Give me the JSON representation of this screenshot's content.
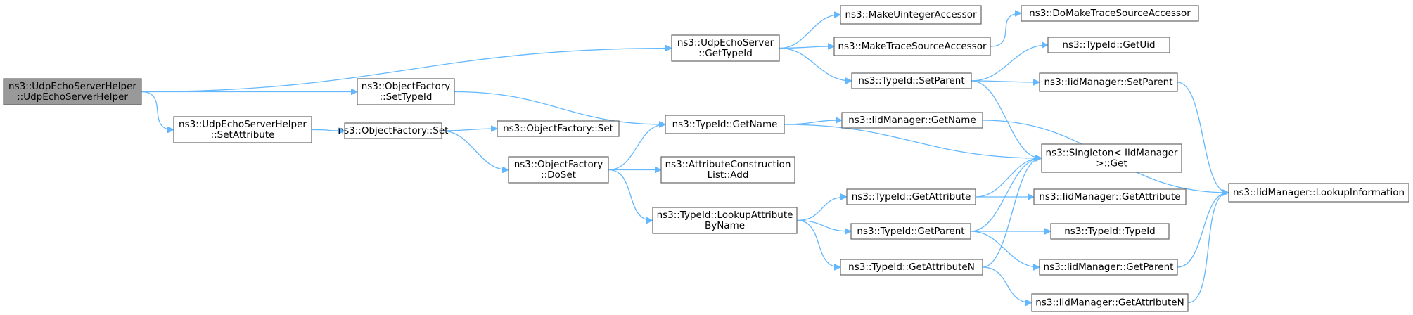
{
  "diagram": {
    "type": "call-graph",
    "colors": {
      "edge": "#63b8ff",
      "node_border": "#666666",
      "root_fill": "#999999",
      "node_fill": "#ffffff"
    },
    "nodes": [
      {
        "id": "root",
        "lines": [
          "ns3::UdpEchoServerHelper",
          "::UdpEchoServerHelper"
        ],
        "root": true
      },
      {
        "id": "ues_gettypeid",
        "lines": [
          "ns3::UdpEchoServer",
          "::GetTypeId"
        ]
      },
      {
        "id": "of_settypeid",
        "lines": [
          "ns3::ObjectFactory",
          "::SetTypeId"
        ]
      },
      {
        "id": "uesh_setattr",
        "lines": [
          "ns3::UdpEchoServerHelper",
          "::SetAttribute"
        ]
      },
      {
        "id": "of_set1",
        "lines": [
          "ns3::ObjectFactory::Set"
        ]
      },
      {
        "id": "of_set2",
        "lines": [
          "ns3::ObjectFactory::Set"
        ]
      },
      {
        "id": "of_doset",
        "lines": [
          "ns3::ObjectFactory",
          "::DoSet"
        ]
      },
      {
        "id": "typeid_getname",
        "lines": [
          "ns3::TypeId::GetName"
        ]
      },
      {
        "id": "acl_add",
        "lines": [
          "ns3::AttributeConstruction",
          "List::Add"
        ]
      },
      {
        "id": "typeid_lookupattr",
        "lines": [
          "ns3::TypeId::LookupAttribute",
          "ByName"
        ]
      },
      {
        "id": "make_uint_acc",
        "lines": [
          "ns3::MakeUintegerAccessor"
        ]
      },
      {
        "id": "make_trace_acc",
        "lines": [
          "ns3::MakeTraceSourceAccessor"
        ]
      },
      {
        "id": "typeid_setparent",
        "lines": [
          "ns3::TypeId::SetParent"
        ]
      },
      {
        "id": "iid_getname",
        "lines": [
          "ns3::IidManager::GetName"
        ]
      },
      {
        "id": "typeid_getattribute",
        "lines": [
          "ns3::TypeId::GetAttribute"
        ]
      },
      {
        "id": "typeid_getparent",
        "lines": [
          "ns3::TypeId::GetParent"
        ]
      },
      {
        "id": "typeid_getattributen",
        "lines": [
          "ns3::TypeId::GetAttributeN"
        ]
      },
      {
        "id": "domake_trace_acc",
        "lines": [
          "ns3::DoMakeTraceSourceAccessor"
        ]
      },
      {
        "id": "typeid_getuid",
        "lines": [
          "ns3::TypeId::GetUid"
        ]
      },
      {
        "id": "iid_setparent",
        "lines": [
          "ns3::IidManager::SetParent"
        ]
      },
      {
        "id": "singleton_get",
        "lines": [
          "ns3::Singleton< IidManager",
          ">::Get"
        ]
      },
      {
        "id": "iid_getattribute",
        "lines": [
          "ns3::IidManager::GetAttribute"
        ]
      },
      {
        "id": "typeid_typeid",
        "lines": [
          "ns3::TypeId::TypeId"
        ]
      },
      {
        "id": "iid_getparent",
        "lines": [
          "ns3::IidManager::GetParent"
        ]
      },
      {
        "id": "iid_getattributen",
        "lines": [
          "ns3::IidManager::GetAttributeN"
        ]
      },
      {
        "id": "iid_lookupinfo",
        "lines": [
          "ns3::IidManager::LookupInformation"
        ]
      }
    ],
    "edges": [
      [
        "root",
        "ues_gettypeid"
      ],
      [
        "root",
        "of_settypeid"
      ],
      [
        "root",
        "uesh_setattr"
      ],
      [
        "uesh_setattr",
        "of_set1"
      ],
      [
        "of_set1",
        "of_set2"
      ],
      [
        "of_set1",
        "of_doset"
      ],
      [
        "of_settypeid",
        "typeid_getname"
      ],
      [
        "of_doset",
        "typeid_getname"
      ],
      [
        "of_doset",
        "acl_add"
      ],
      [
        "of_doset",
        "typeid_lookupattr"
      ],
      [
        "ues_gettypeid",
        "make_uint_acc"
      ],
      [
        "ues_gettypeid",
        "make_trace_acc"
      ],
      [
        "ues_gettypeid",
        "typeid_setparent"
      ],
      [
        "make_trace_acc",
        "domake_trace_acc"
      ],
      [
        "typeid_setparent",
        "typeid_getuid"
      ],
      [
        "typeid_setparent",
        "iid_setparent"
      ],
      [
        "typeid_setparent",
        "singleton_get"
      ],
      [
        "typeid_getname",
        "iid_getname"
      ],
      [
        "typeid_getname",
        "singleton_get"
      ],
      [
        "iid_getname",
        "iid_lookupinfo"
      ],
      [
        "iid_setparent",
        "iid_lookupinfo"
      ],
      [
        "typeid_lookupattr",
        "typeid_getattribute"
      ],
      [
        "typeid_lookupattr",
        "typeid_getparent"
      ],
      [
        "typeid_lookupattr",
        "typeid_getattributen"
      ],
      [
        "typeid_getattribute",
        "singleton_get"
      ],
      [
        "typeid_getattribute",
        "iid_getattribute"
      ],
      [
        "typeid_getparent",
        "singleton_get"
      ],
      [
        "typeid_getparent",
        "typeid_typeid"
      ],
      [
        "typeid_getparent",
        "iid_getparent"
      ],
      [
        "typeid_getattributen",
        "singleton_get"
      ],
      [
        "typeid_getattributen",
        "iid_getattributen"
      ],
      [
        "iid_getparent",
        "iid_lookupinfo"
      ],
      [
        "iid_getattributen",
        "iid_lookupinfo"
      ]
    ]
  }
}
